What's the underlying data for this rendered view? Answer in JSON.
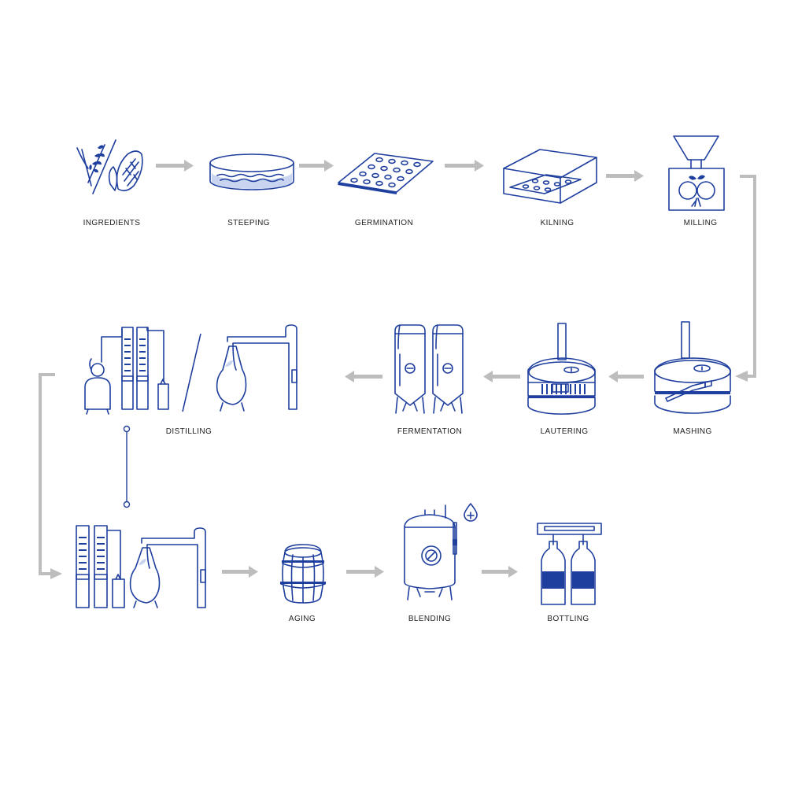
{
  "colors": {
    "icon": "#1f3f9e",
    "arrow": "#bdbdbd",
    "text": "#222222"
  },
  "steps": {
    "ingredients": "INGREDIENTS",
    "steeping": "STEEPING",
    "germination": "GERMINATION",
    "kilning": "KILNING",
    "milling": "MILLING",
    "mashing": "MASHING",
    "lautering": "LAUTERING",
    "fermentation": "FERMENTATION",
    "distilling": "DISTILLING",
    "aging": "AGING",
    "blending": "BLENDING",
    "bottling": "BOTTLING"
  },
  "icons": [
    "wheat-corn-icon",
    "steeping-tub-icon",
    "germination-tray-icon",
    "kiln-icon",
    "mill-icon",
    "mash-tun-icon",
    "lauter-tun-icon",
    "fermenter-icon",
    "column-still-icon",
    "pot-still-icon",
    "barrel-icon",
    "blending-tank-icon",
    "bottles-icon"
  ]
}
